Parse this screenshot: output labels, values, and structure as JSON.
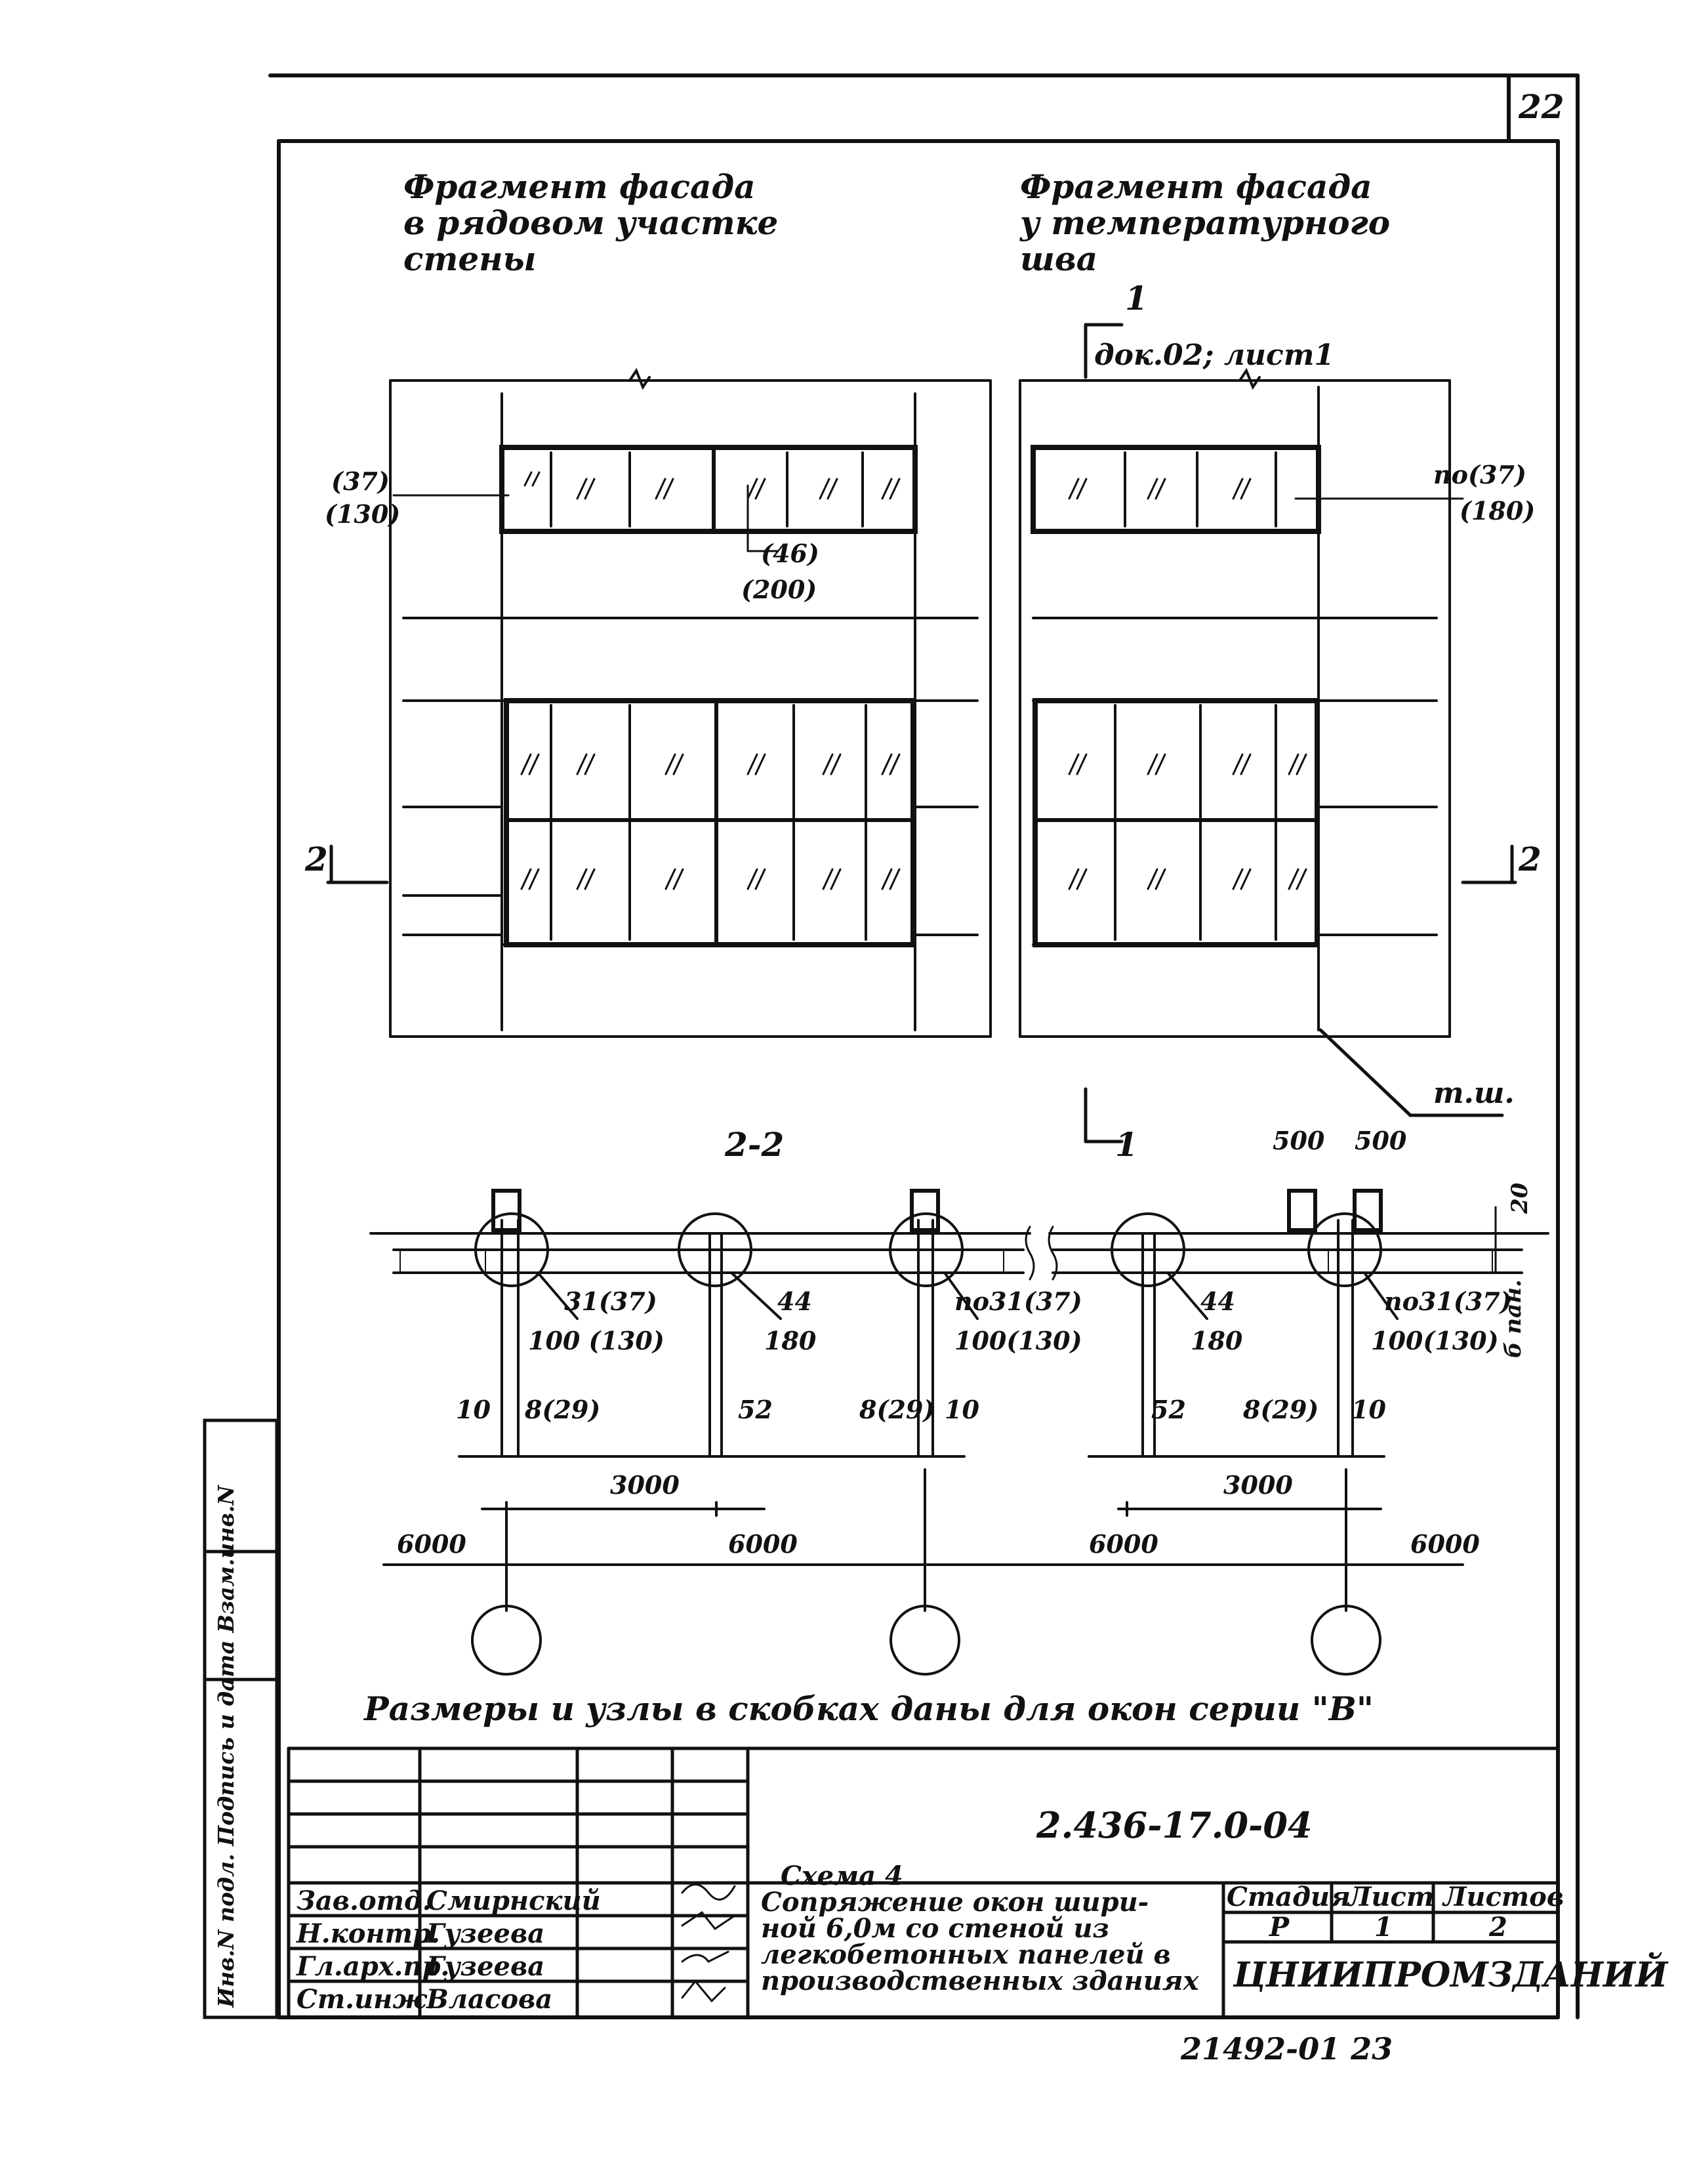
{
  "page_number": "22",
  "facade_left_title": [
    "Фрагмент фасада",
    "в рядовом участке",
    "стены"
  ],
  "facade_right_title": [
    "Фрагмент фасада",
    "у температурного",
    "шва"
  ],
  "section_1": {
    "mark": "1",
    "ref": "док.02; лист1"
  },
  "labels": {
    "left_top": [
      "(37)",
      "(130)"
    ],
    "mid_top": [
      "(46)",
      "(200)"
    ],
    "right_top": [
      "по(37)",
      "(180)"
    ],
    "section2_mark": "2",
    "ts": "т.ш.",
    "section_title": "2-2"
  },
  "section_dims": {
    "d500a": "500",
    "d500b": "500",
    "d20": "20",
    "panel": "б пан.",
    "n1": [
      "31(37)",
      "100 (130)"
    ],
    "n2": [
      "44",
      "180"
    ],
    "n3": [
      "по31(37)",
      "100(130)"
    ],
    "n4": [
      "44",
      "180"
    ],
    "n5": [
      "по31(37)",
      "100(130)"
    ],
    "small": [
      "10",
      "8(29)",
      "52",
      "8(29)",
      "10",
      "52",
      "8(29)",
      "10"
    ],
    "d3000": "3000",
    "d6000": "6000"
  },
  "note": "Размеры и узлы в скобках даны для окон серии \"В\"",
  "title_block": {
    "doc_code": "2.436-17.0-04",
    "roles": [
      "Зав.отд.",
      "Н.контр.",
      "Гл.арх.пр.",
      "Ст.инж."
    ],
    "names": [
      "Смирнский",
      "Гузеева",
      "Гузеева",
      "Власова"
    ],
    "description": [
      "Схема 4",
      "Сопряжение окон шири-",
      "ной 6,0м со стеной из",
      "легкобетонных панелей в",
      "производственных зданиях"
    ],
    "col_headers": [
      "Стадия",
      "Лист",
      "Листов"
    ],
    "col_values": [
      "Р",
      "1",
      "2"
    ],
    "org": "ЦНИИПРОМЗДАНИЙ",
    "footer_code": "21492-01   23"
  },
  "side_stamp": "Инв.N подл.  Подпись и дата  Взам.инв.N"
}
